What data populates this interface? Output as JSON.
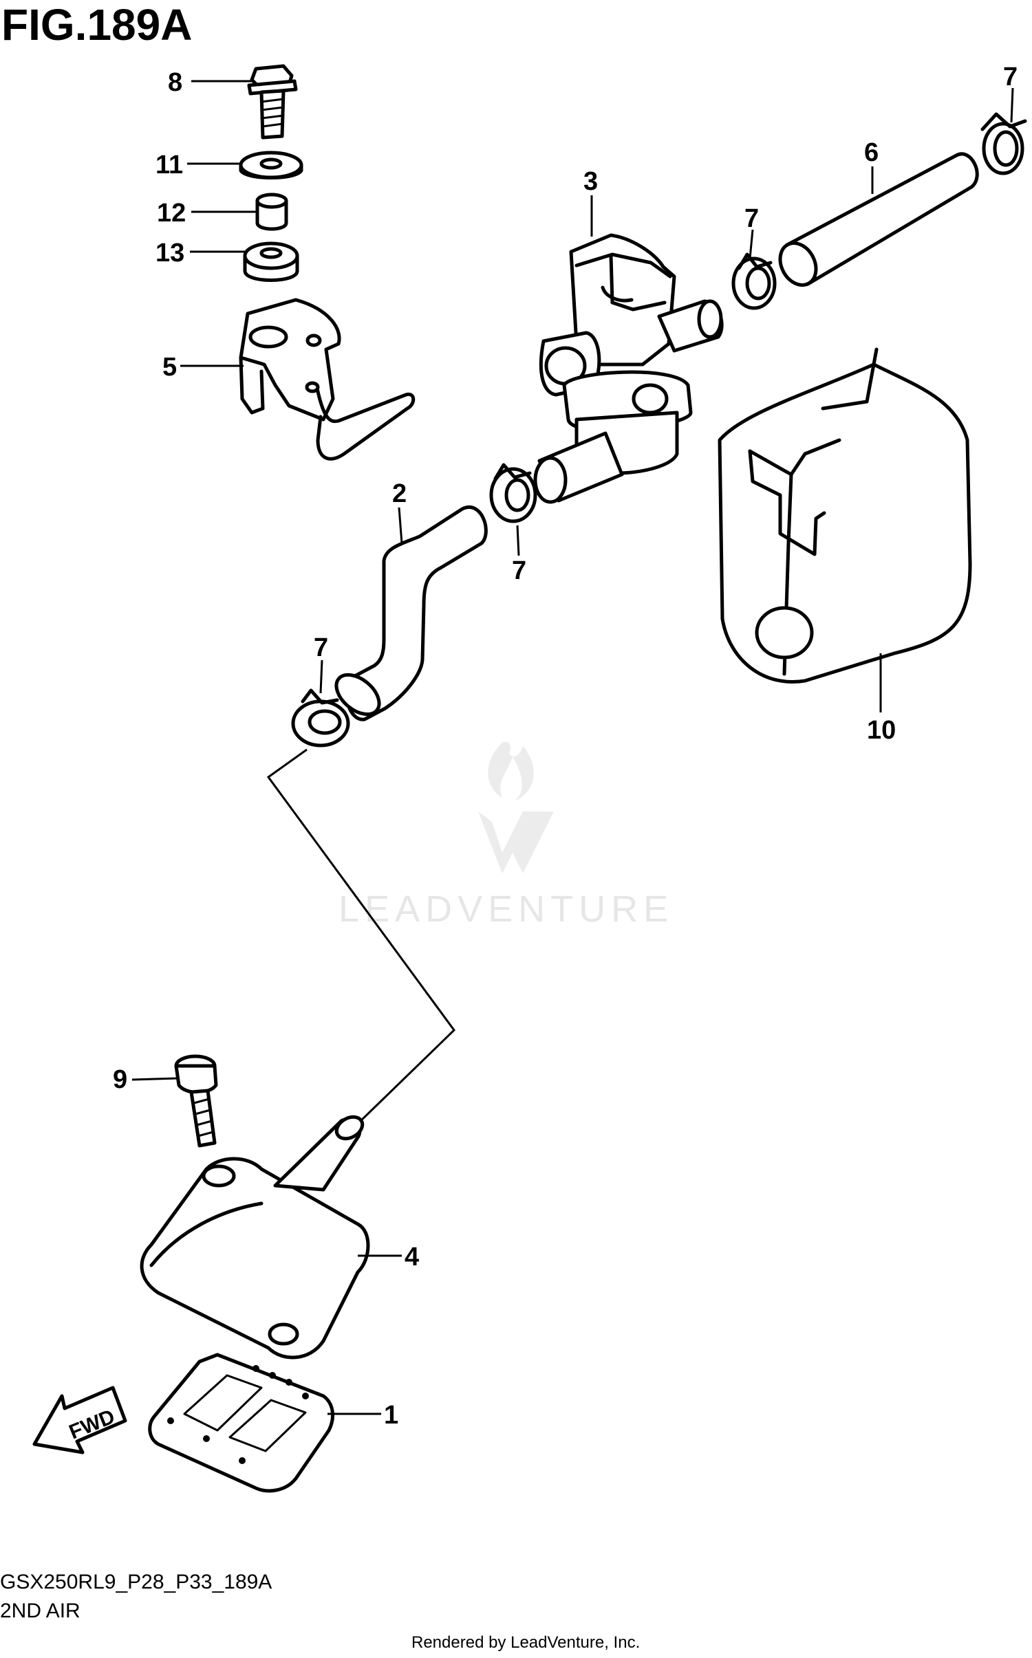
{
  "figure": {
    "title": "FIG.189A",
    "code": "GSX250RL9_P28_P33_189A",
    "section": "2ND AIR"
  },
  "watermark": {
    "text": "LEADVENTURE"
  },
  "fwd_label": "FWD",
  "render_credit": "Rendered by LeadVenture, Inc.",
  "callouts": {
    "c8": "8",
    "c11": "11",
    "c12": "12",
    "c13": "13",
    "c5": "5",
    "c3": "3",
    "c7_top_right": "7",
    "c6": "6",
    "c7_valve": "7",
    "c2": "2",
    "c7_mid": "7",
    "c7_left": "7",
    "c10": "10",
    "c9": "9",
    "c4": "4",
    "c1": "1"
  }
}
